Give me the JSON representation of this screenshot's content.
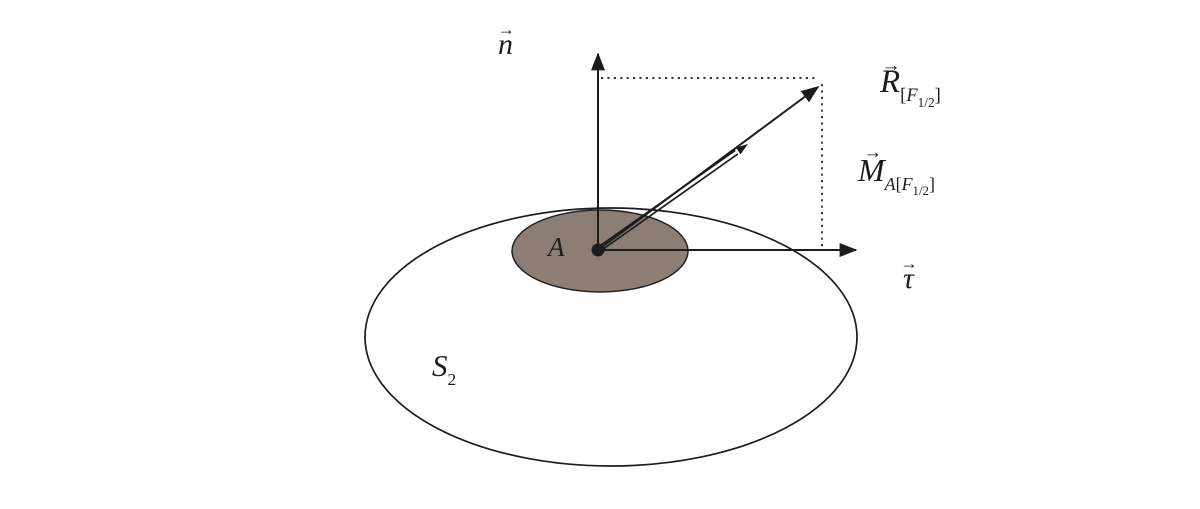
{
  "colors": {
    "ink": "#1c1c1c",
    "region_fill": "#8d7e75",
    "background": "#ffffff"
  },
  "glyphs": {
    "vector_arrow": "→"
  },
  "labels": {
    "normal": {
      "letter": "n"
    },
    "tangent": {
      "letter": "τ"
    },
    "resultant": {
      "letter": "R",
      "sub_open": "[",
      "sub_symbol": "F",
      "sub_fraction": "1/2",
      "sub_close": "]"
    },
    "moment": {
      "letter": "M",
      "sub_point": "A",
      "sub_open": "[",
      "sub_symbol": "F",
      "sub_fraction": "1/2",
      "sub_close": "]"
    },
    "region": {
      "letter": "A"
    },
    "surface": {
      "letter": "S",
      "sub": "2"
    }
  }
}
